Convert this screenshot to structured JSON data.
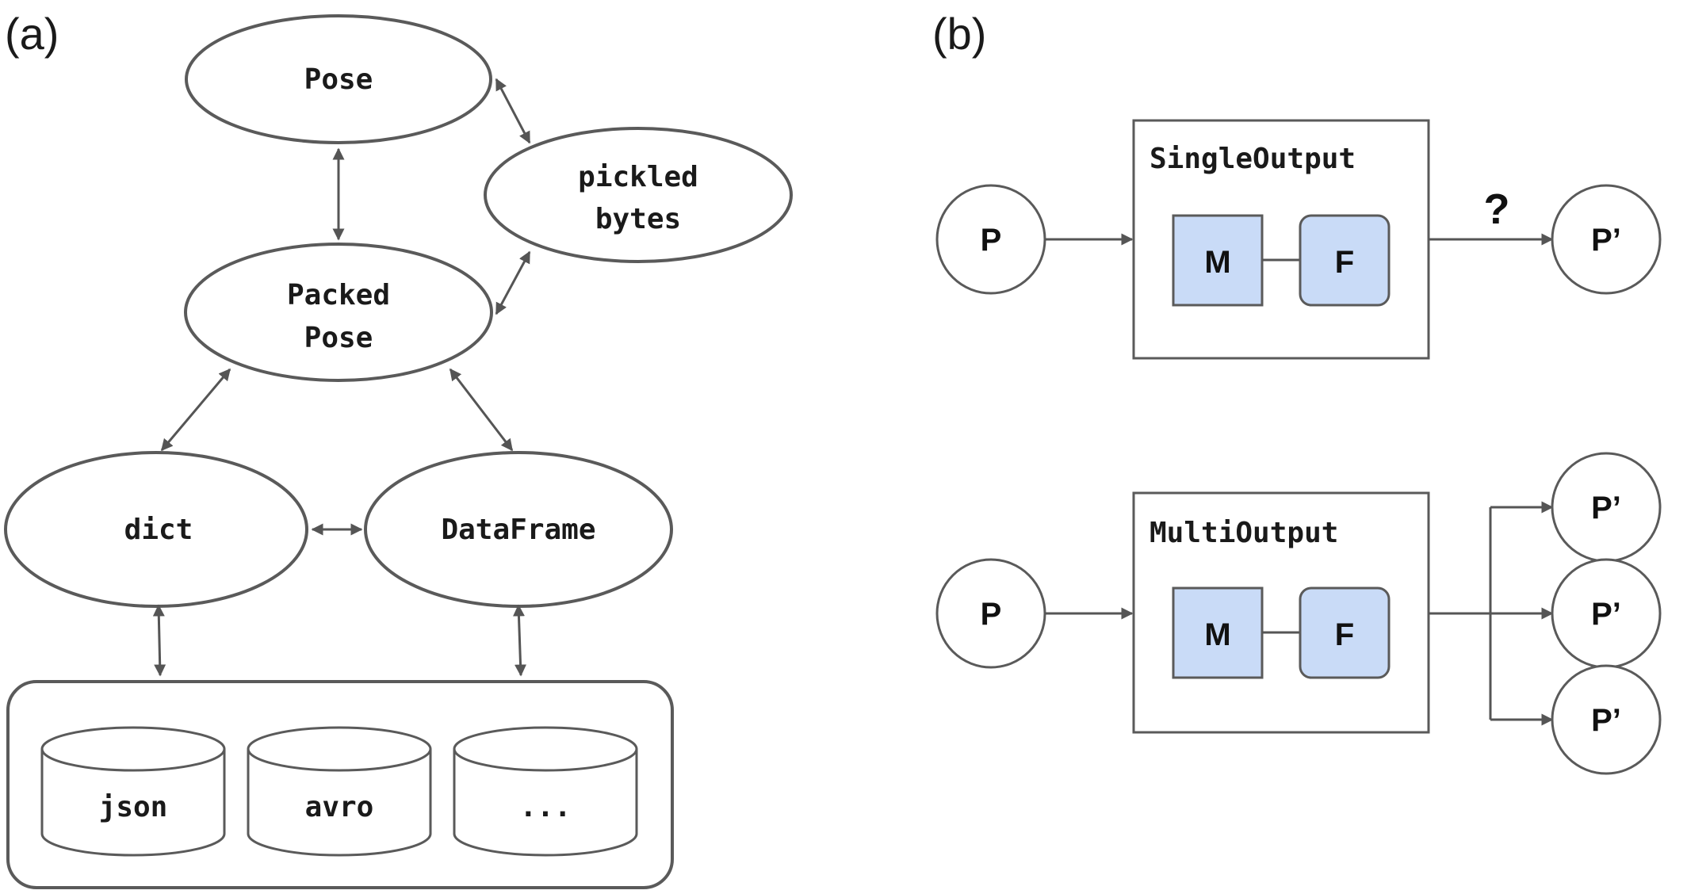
{
  "panel_a": {
    "label": "(a)",
    "nodes": {
      "pose": "Pose",
      "pickled_line1": "pickled",
      "pickled_line2": "bytes",
      "packed_line1": "Packed",
      "packed_line2": "Pose",
      "dict": "dict",
      "dataframe": "DataFrame"
    },
    "storage": [
      "json",
      "avro",
      "..."
    ]
  },
  "panel_b": {
    "label": "(b)",
    "single": {
      "title": "SingleOutput",
      "input": "P",
      "m": "M",
      "f": "F",
      "output": "P’",
      "question": "?"
    },
    "multi": {
      "title": "MultiOutput",
      "input": "P",
      "m": "M",
      "f": "F",
      "outputs": [
        "P’",
        "P’",
        "P’"
      ]
    }
  },
  "colors": {
    "stroke": "#5a5a5a",
    "inner_fill": "#c9dbf7"
  }
}
